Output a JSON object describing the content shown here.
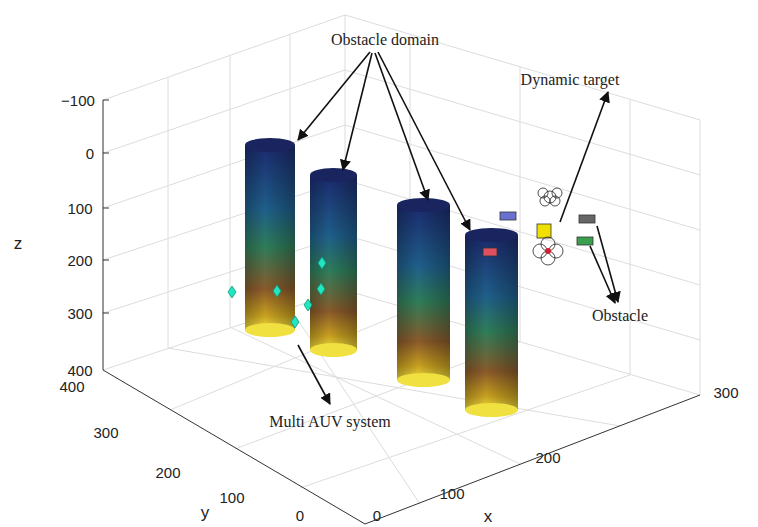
{
  "diagram": {
    "labels": [
      "Obstacle domain",
      "Dynamic target",
      "Obstacle",
      "Multi AUV system",
      "z",
      "−100",
      "0",
      "100",
      "200",
      "300",
      "400",
      "y",
      "400",
      "300",
      "200",
      "100",
      "0",
      "x",
      "0",
      "100",
      "200",
      "300"
    ]
  }
}
